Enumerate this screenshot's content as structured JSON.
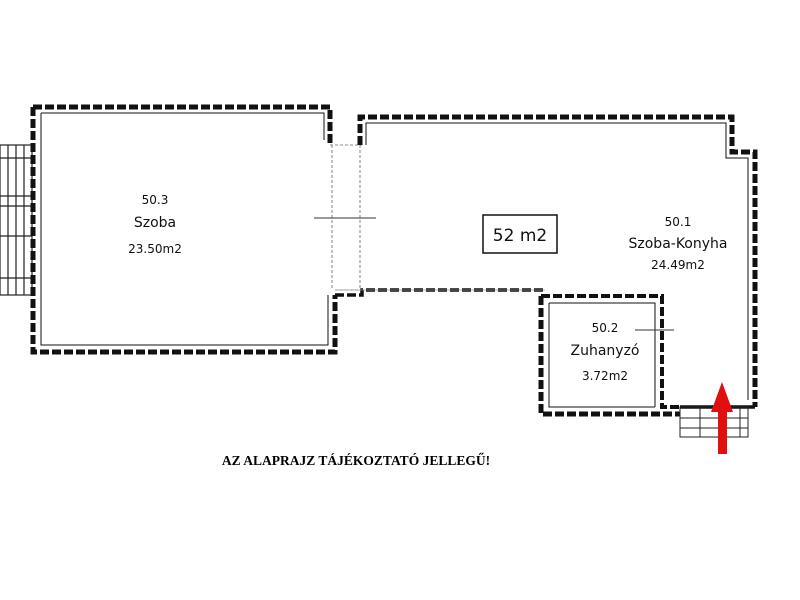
{
  "total_area": "52 m2",
  "rooms": [
    {
      "number": "50.3",
      "name": "Szoba",
      "area": "23.50m2"
    },
    {
      "number": "50.1",
      "name": "Szoba-Konyha",
      "area": "24.49m2"
    },
    {
      "number": "50.2",
      "name": "Zuhanyzó",
      "area": "3.72m2"
    }
  ],
  "disclaimer": "AZ ALAPRAJZ TÁJÉKOZTATÓ JELLEGŰ!",
  "colors": {
    "wall": "#111111",
    "entrance_arrow": "#e01010"
  }
}
